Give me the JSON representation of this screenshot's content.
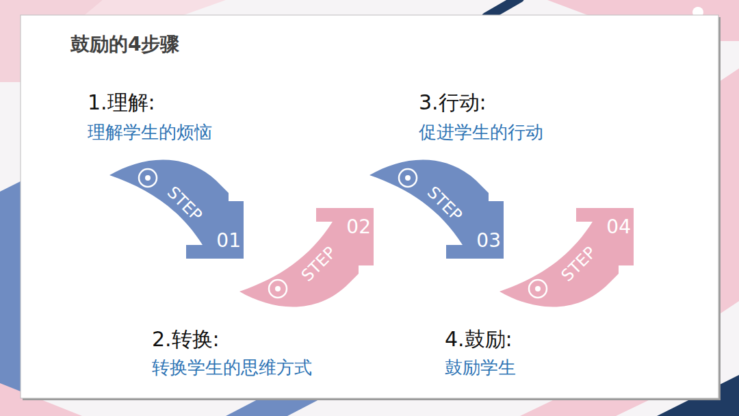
{
  "diagram": {
    "title": "鼓励的4步骤",
    "nodes": [
      {
        "text": [
          "STEP",
          "01"
        ]
      },
      {
        "text": [
          "STEP",
          "02"
        ]
      },
      {
        "text": [
          "STEP",
          "03"
        ]
      },
      {
        "text": [
          "STEP",
          "04"
        ]
      }
    ],
    "labels": [
      "1.理解:",
      "理解学生的烦恼",
      "2.转换:",
      "转换学生的思维方式",
      "3.行动:",
      "促进学生的行动",
      "4.鼓励:",
      "鼓励学生"
    ]
  }
}
